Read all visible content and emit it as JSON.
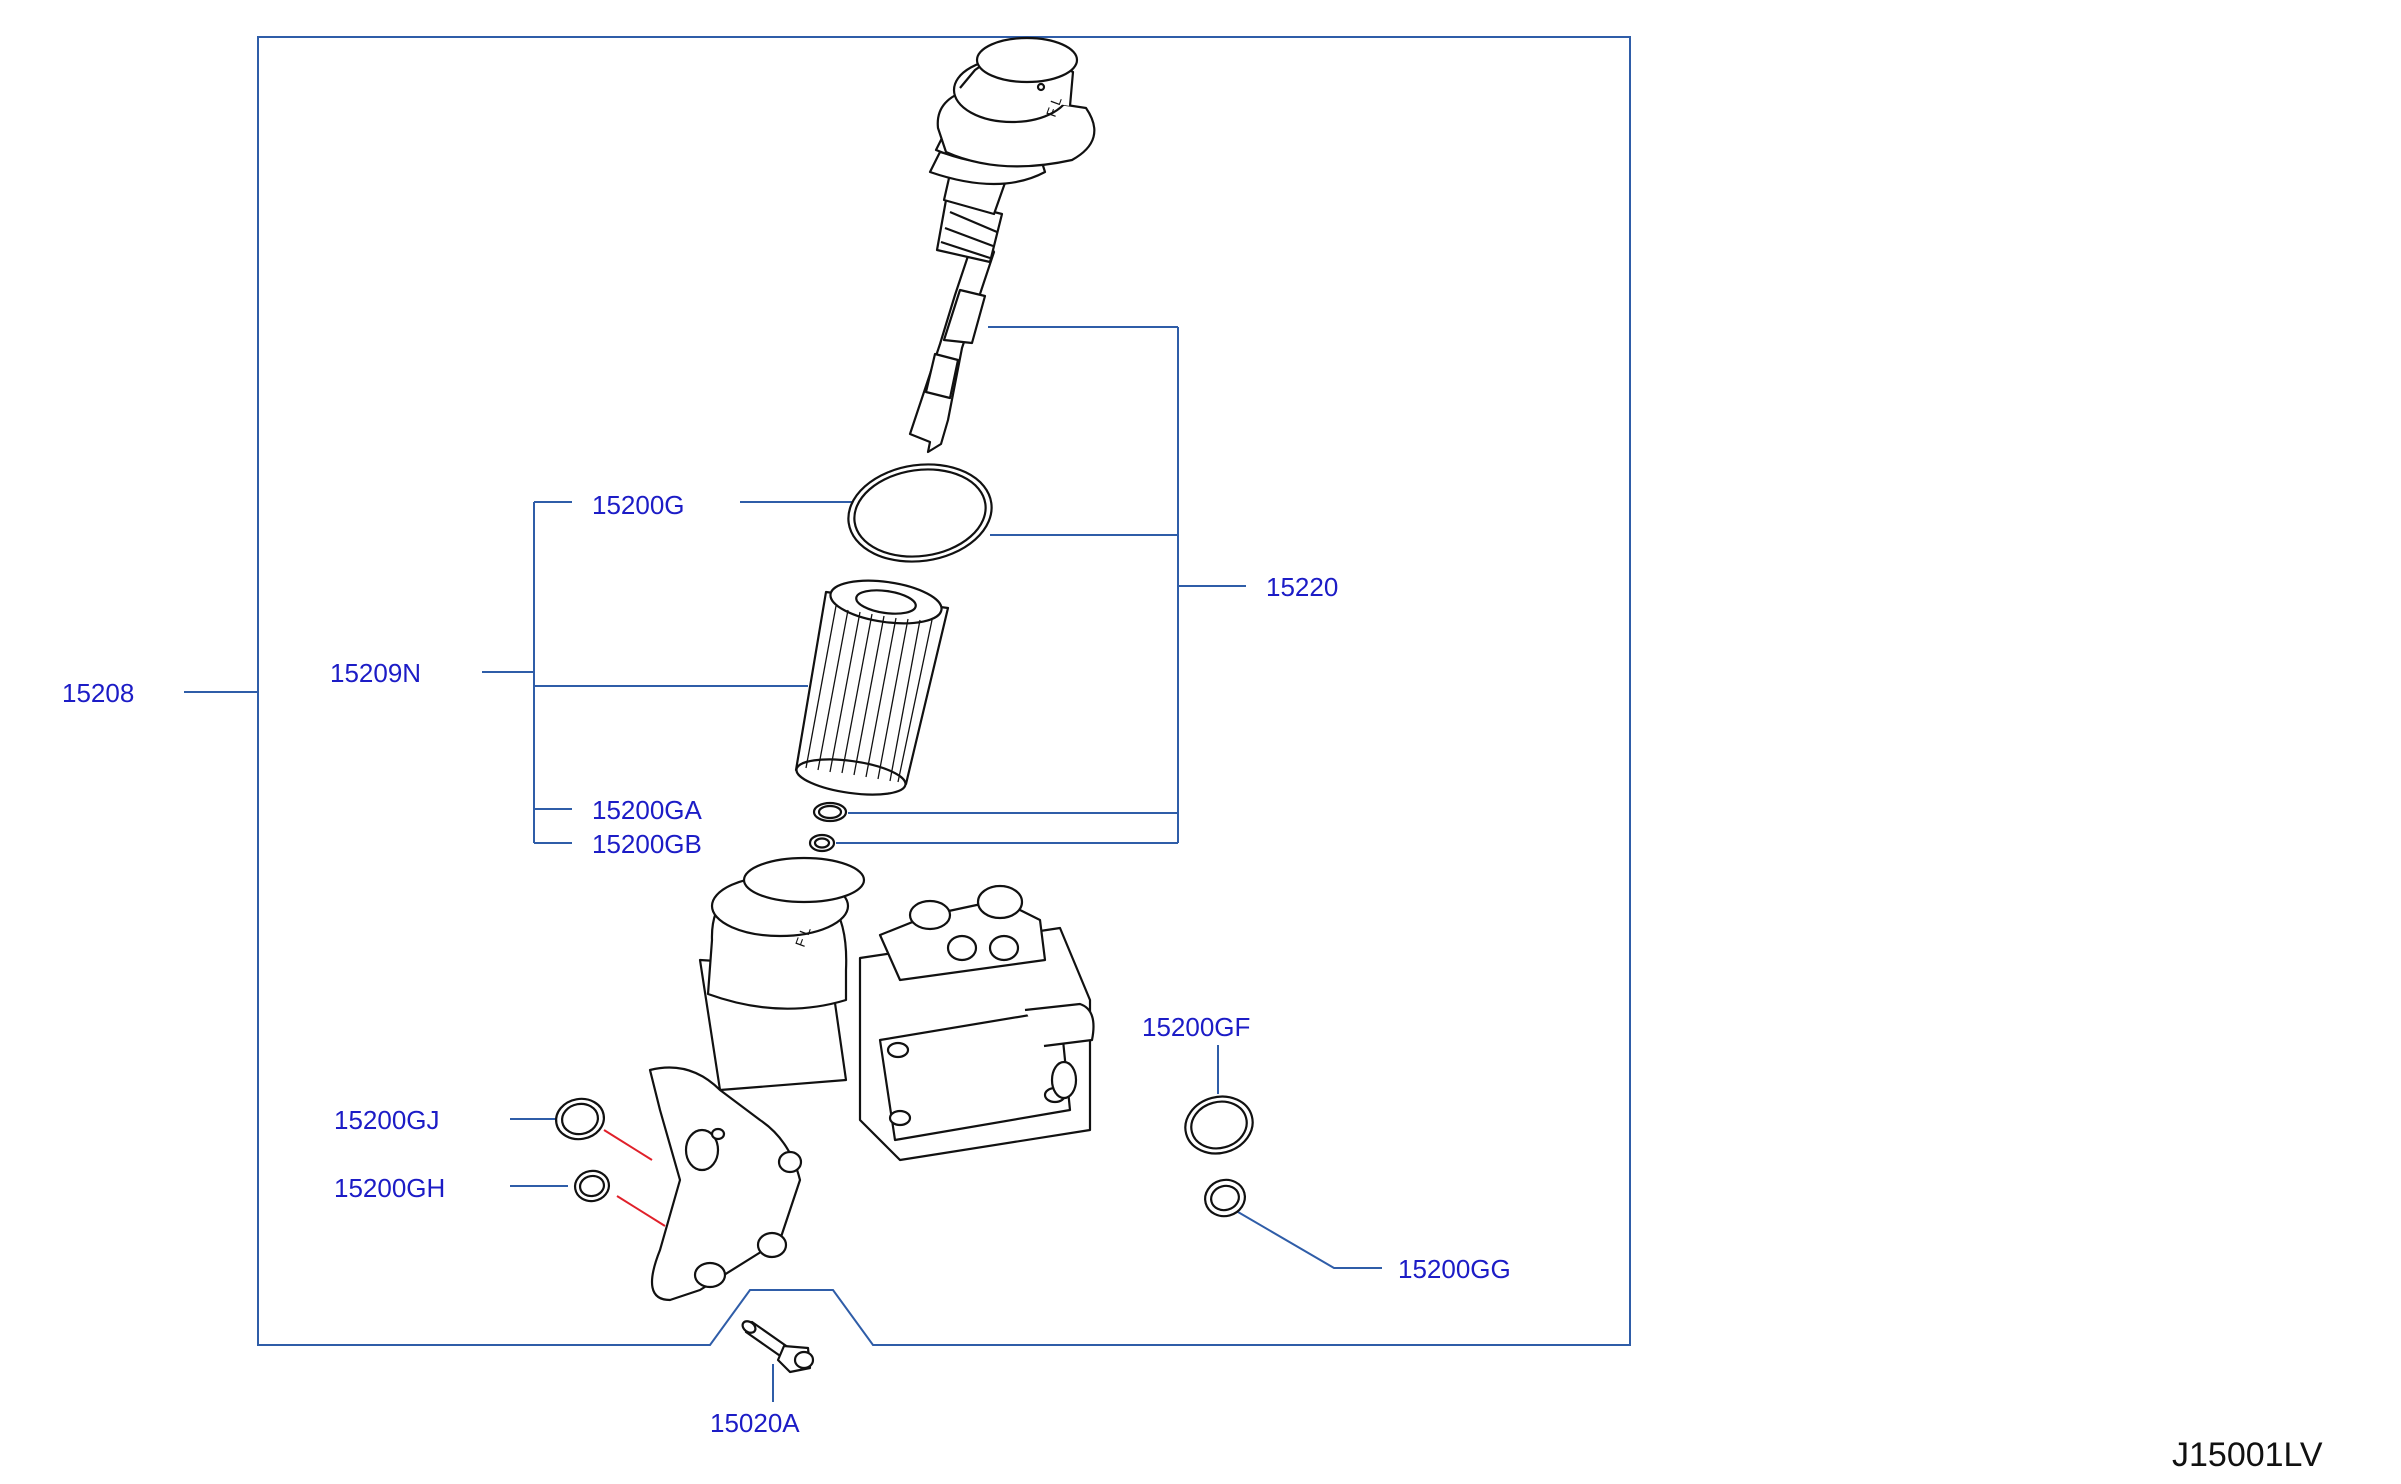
{
  "diagram": {
    "drawing_code": "J15001LV",
    "part_labels": {
      "p15208": "15208",
      "p15209N": "15209N",
      "p15200G": "15200G",
      "p15220": "15220",
      "p15200GA": "15200GA",
      "p15200GB": "15200GB",
      "p15200GF": "15200GF",
      "p15200GJ": "15200GJ",
      "p15200GH": "15200GH",
      "p15200GG": "15200GG",
      "p15020A": "15020A"
    },
    "colors": {
      "leader_line": "#2f5da8",
      "label_text": "#1c1cc6",
      "part_outline": "#111111",
      "red_guide": "#e0202a"
    }
  }
}
